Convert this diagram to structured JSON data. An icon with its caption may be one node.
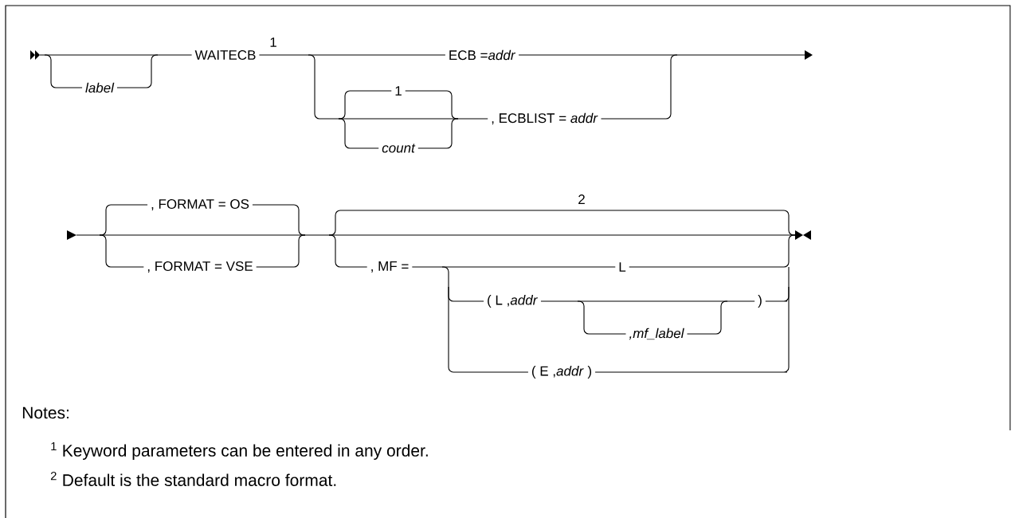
{
  "diagram": {
    "labels": [
      "label",
      "WAITECB",
      "1",
      "ECB =*addr*",
      "1",
      ", ECBLIST = *addr*",
      "count",
      ", FORMAT = OS",
      ", FORMAT = VSE",
      "2",
      ", MF =",
      "L",
      "( L ,*addr*",
      ")",
      ",mf_label",
      "( E ,*addr* )",
      "Notes:",
      "$^{1}$ Keyword parameters can be entered in any order.",
      "$^{2}$ Default is the standard macro format."
    ]
  }
}
